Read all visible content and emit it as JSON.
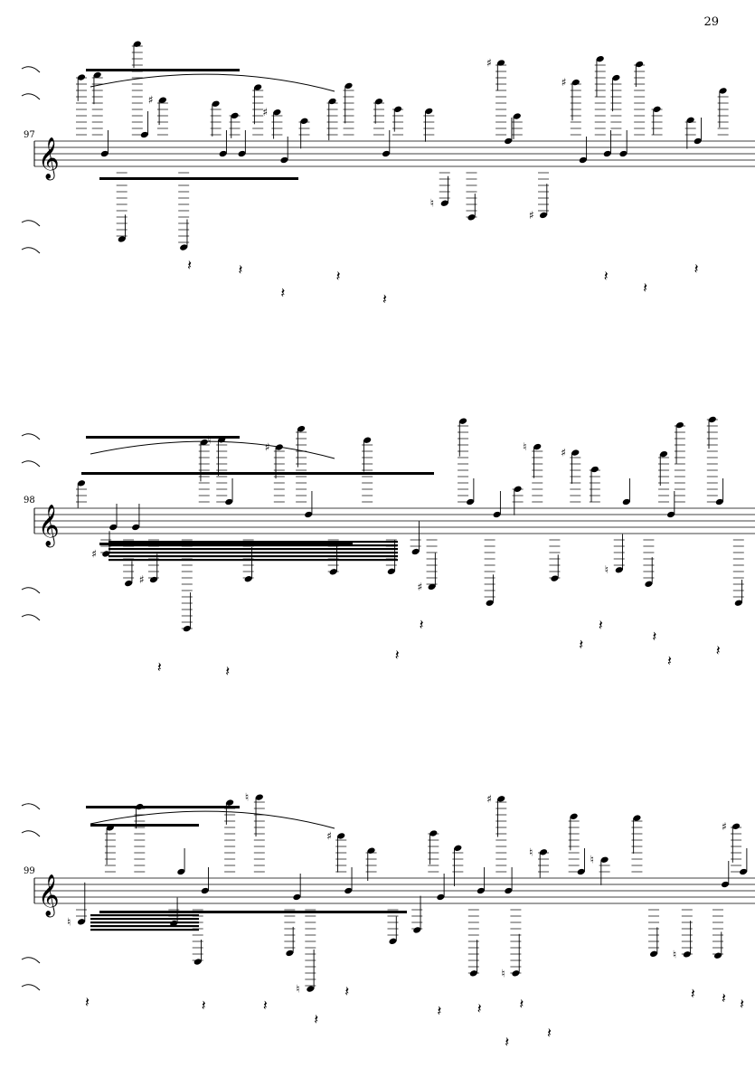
{
  "page": {
    "number": "29"
  },
  "systems": [
    {
      "measure": "97"
    },
    {
      "measure": "98"
    },
    {
      "measure": "99"
    }
  ],
  "colors": {
    "ink": "#000000",
    "paper": "#ffffff"
  },
  "icons": [
    "treble-clef-icon",
    "sharp-icon",
    "natural-icon",
    "rest-icon",
    "tie-icon",
    "beam-icon"
  ]
}
